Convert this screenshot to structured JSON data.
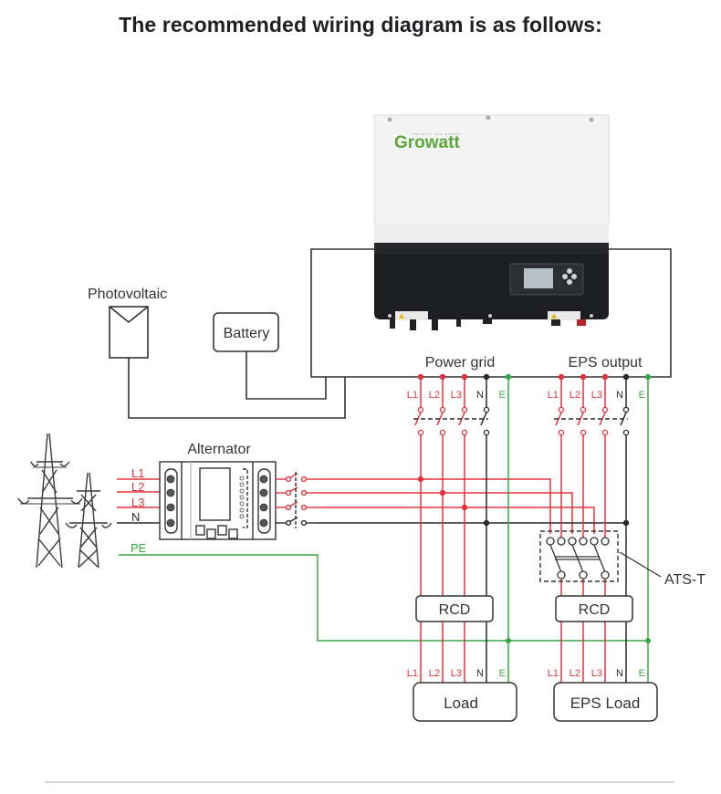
{
  "title": "The recommended wiring diagram is as follows:",
  "colors": {
    "phase": "#e0333c",
    "neutral": "#2a2a2a",
    "earth": "#3aa845",
    "box": "#333333",
    "text": "#333333",
    "brand": "#5aa83a",
    "inverter_dark": "#1c1d20",
    "inverter_light": "#f3f3f3"
  },
  "inverter": {
    "brand": "Growatt",
    "tagline": "GROWATT NEW ENERGY"
  },
  "labels": {
    "photovoltaic": "Photovoltaic",
    "battery": "Battery",
    "alternator": "Alternator",
    "power_grid": "Power grid",
    "eps_output": "EPS output",
    "ats": "ATS-T",
    "rcd_left": "RCD",
    "rcd_right": "RCD",
    "load": "Load",
    "eps_load": "EPS Load",
    "pe": "PE"
  },
  "grid_lines": [
    "L1",
    "L2",
    "L3",
    "N"
  ],
  "terminals": [
    "L1",
    "L2",
    "L3",
    "N",
    "E"
  ],
  "icons": {
    "solar_panel": "solar-panel-icon",
    "transmission_tower": "transmission-tower-icon",
    "breaker": "circuit-breaker-icon"
  }
}
